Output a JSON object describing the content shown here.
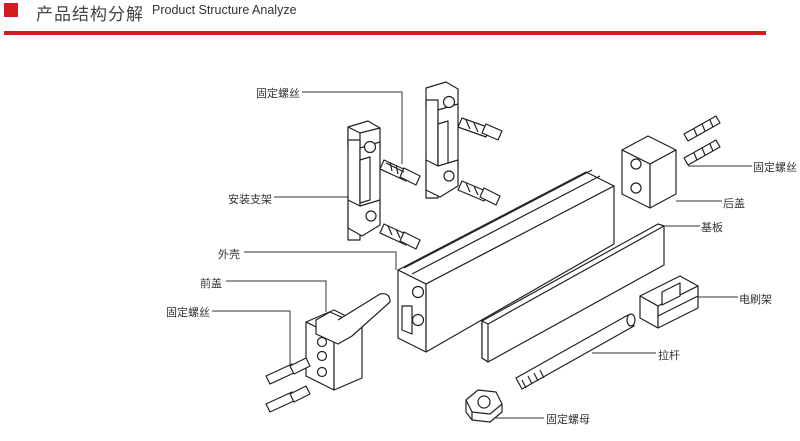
{
  "header": {
    "title_cn": "产品结构分解",
    "title_en": "Product Structure Analyze"
  },
  "labels": {
    "screw_top": "固定螺丝",
    "mount_bracket": "安装支架",
    "shell": "外壳",
    "front_cover": "前盖",
    "screw_left": "固定螺丝",
    "screw_right": "固定螺丝",
    "rear_cover": "后盖",
    "base_plate": "基板",
    "brush_holder": "电刷架",
    "tie_rod": "拉杆",
    "nut": "固定螺母"
  },
  "colors": {
    "accent": "#d71920",
    "line": "#222222",
    "fill": "#ffffff"
  }
}
